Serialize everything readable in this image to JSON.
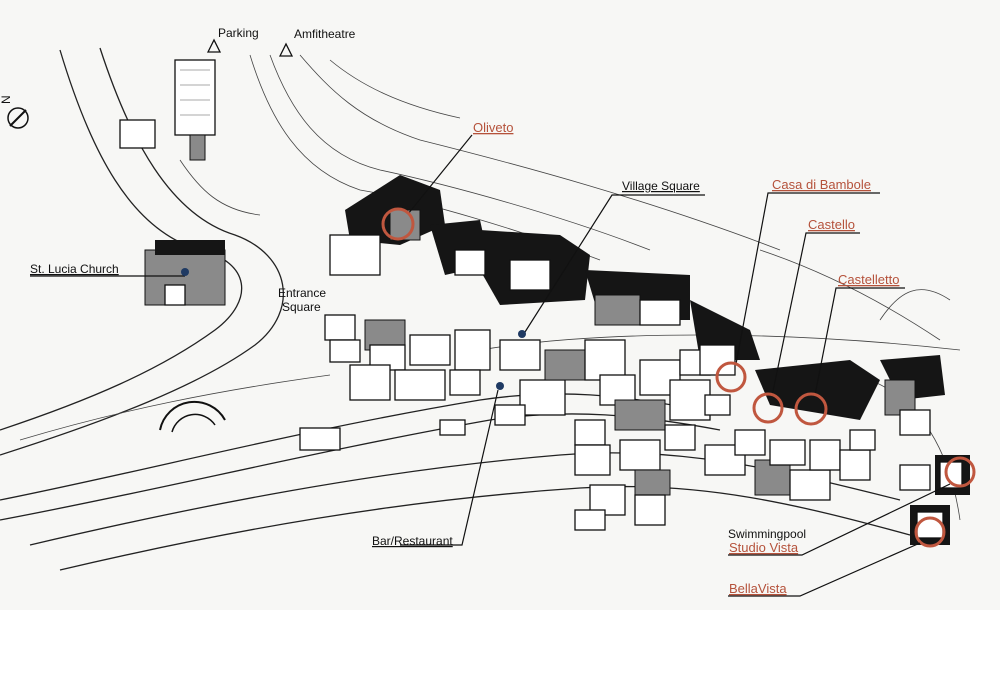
{
  "map": {
    "compass_letter": "N",
    "labels": {
      "parking": "Parking",
      "amfitheatre": "Amfitheatre",
      "st_lucia": "St. Lucia Church",
      "entrance_1": "Entrance",
      "entrance_2": "Square",
      "village_square": "Village Square",
      "bar_restaurant": "Bar/Restaurant",
      "swimmingpool": "Swimmingpool"
    },
    "apartments": {
      "oliveto": "Oliveto",
      "casa_di_bambole": "Casa di Bambole",
      "castello": "Castello",
      "castelletto": "Castelletto",
      "studio_vista": "Studio Vista",
      "bellavista": "BellaVista"
    },
    "colors": {
      "apartment_label": "#b5523b",
      "apartment_marker": "#c0573f",
      "poi_dot": "#1f3a63",
      "ink": "#111111"
    }
  }
}
